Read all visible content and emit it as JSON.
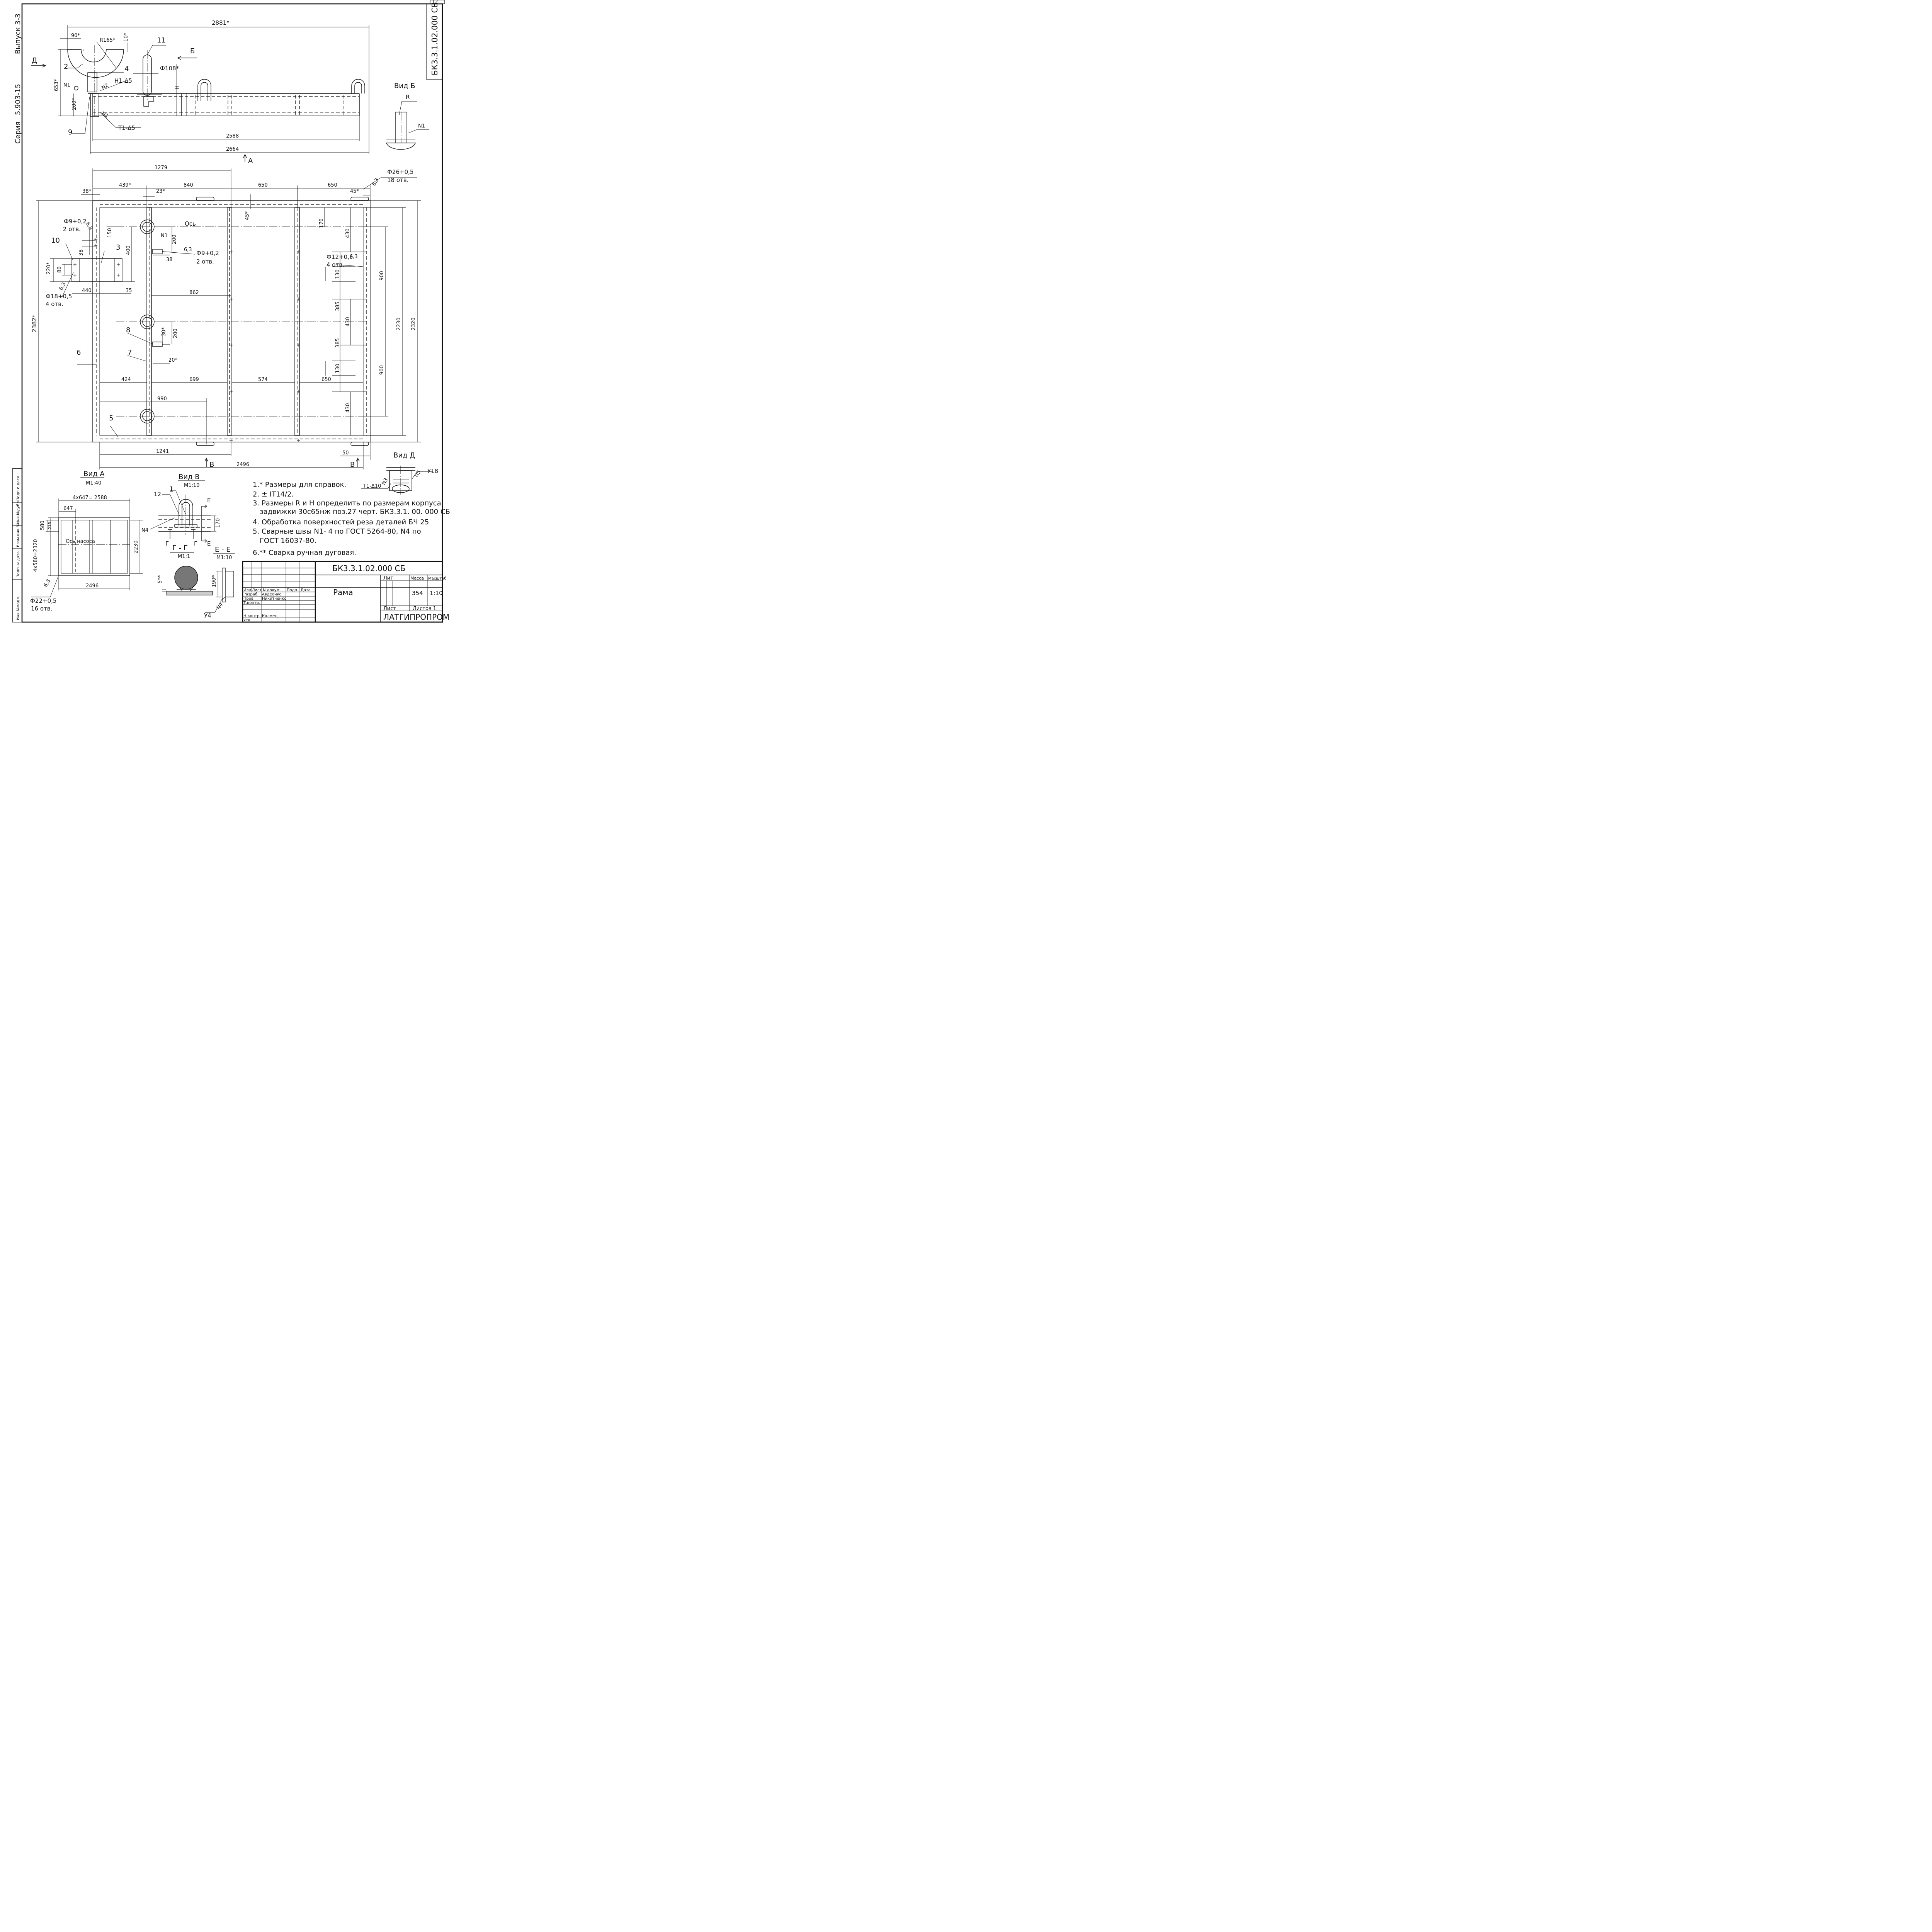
{
  "sheet_no": "12",
  "doc_code_vertical": "БК3.3.1.02.000 СБ",
  "series": "Серия",
  "series_no": "5.903-15",
  "issue": "Выпуск 3-3",
  "sidebar_fields": [
    "Инв.№подл.",
    "Подп. и дата",
    "Взам.инв.№",
    "Инв.№дубл.",
    "Подп.и дата"
  ],
  "top": {
    "dims": {
      "overall": "2881*",
      "d90": "90*",
      "r165": "R165*",
      "d10": "10*",
      "d653": "653*",
      "d200": "200*",
      "phi108": "Ф108*",
      "h": "H",
      "d2588": "2588",
      "d2664": "2664"
    },
    "pos": {
      "p2": "2",
      "p4": "4",
      "p9": "9",
      "p11": "11"
    },
    "welds": {
      "w1": "N1",
      "w2": "N2",
      "w1b": "N1",
      "h1": "H1-Δ5",
      "t1": "T1-Δ5"
    },
    "arrows": {
      "d": "Д",
      "b": "Б",
      "a": "A"
    }
  },
  "vid_b": {
    "title": "Вид Б",
    "r": "R",
    "weld": "N1"
  },
  "plan": {
    "dims": {
      "d1279": "1279",
      "d439": "439*",
      "d840": "840",
      "d650a": "650",
      "d650b": "650",
      "d38": "38*",
      "d23": "23*",
      "d45a": "45*",
      "d45b": "45*",
      "phi26": "Ф26+0,5",
      "holes18": "18 отв.",
      "r63a": "6,3",
      "phi9a": "Ф9+0,2",
      "holes2a": "2 отв.",
      "r63b": "6,3",
      "d150": "150",
      "d400": "400",
      "d38v": "38",
      "d220": "220*",
      "d80": "80",
      "d440": "440",
      "d35": "35",
      "phi18": "Ф18+0,5",
      "holes4a": "4 отв.",
      "r63c": "6,3",
      "axis": "Ось",
      "n1": "N1",
      "d200a": "200",
      "d38b": "38",
      "phi9b": "Ф9+0,2",
      "holes2b": "2 отв.",
      "r63d": "6,3",
      "d170": "170",
      "d430a": "430",
      "phi12": "Ф12+0,5",
      "holes4b": "4 отв.",
      "r63e": "6,3",
      "d130a": "130",
      "d385a": "385",
      "d430b": "430",
      "d385b": "385",
      "d130b": "130",
      "d430c": "430",
      "d900a": "900",
      "d900b": "900",
      "d2230": "2230",
      "d2320": "2320",
      "d2382": "2382*",
      "d862": "862",
      "d30": "30*",
      "d200b": "200",
      "d20": "20*",
      "d424": "424",
      "d699": "699",
      "d574": "574",
      "d650c": "650",
      "d990": "990",
      "d1241": "1241",
      "d2496": "2496",
      "d50": "50"
    },
    "pos": {
      "p10": "10",
      "p3": "3",
      "p8": "8",
      "p7": "7",
      "p6": "6",
      "p5": "5"
    },
    "arrows": {
      "v1": "В",
      "v2": "В"
    }
  },
  "vid_d": {
    "title": "Вид Д",
    "t1": "T1-Δ10",
    "n3": "N3",
    "n5": "N5",
    "y18": "У18"
  },
  "vid_a": {
    "title": "Вид А",
    "scale": "М1:40",
    "d4x647": "4х647= 2588",
    "d647": "647",
    "d580": "580",
    "d215": "215",
    "d4x580": "4х580=2320",
    "axis": "Ось насоса",
    "d2230": "2230",
    "d2496": "2496",
    "phi22": "Ф22+0,5",
    "holes16": "16 отв.",
    "r63": "6,3"
  },
  "vid_v": {
    "title": "Вид В",
    "scale": "М1:10",
    "p12": "12",
    "p1": "1",
    "e1": "Е",
    "e2": "Е",
    "g1": "Г",
    "g2": "Г",
    "n4": "N4",
    "d170": "170"
  },
  "sec_gg": {
    "title": "Г - Г",
    "scale": "М1:1",
    "d5": "5**"
  },
  "sec_ee": {
    "title": "Е - Е",
    "scale": "М1:10",
    "d190": "190*",
    "n4": "N4",
    "y4": "У4"
  },
  "notes": [
    "1.* Размеры для справок.",
    "2. ± IT14/2.",
    "3. Размеры R и H определить по размерам корпуса",
    "задвижки 30с65нж поз.27 черт. БК3.3.1. 00. 000 СБ",
    "4. Обработка поверхностей реза деталей БЧ 25",
    "5. Сварные швы N1- 4 по ГОСТ 5264-80, N4 по",
    "ГОСТ 16037-80.",
    "6.** Сварка ручная дуговая."
  ],
  "title_block": {
    "code": "БК3.3.1.02.000 СБ",
    "name": "Рама",
    "lit": "Лит",
    "mass_h": "Масса",
    "scale_h": "Масштаб",
    "mass": "354",
    "scale": "1:10",
    "sheet": "Лист",
    "sheets": "Листов 1",
    "org": "ЛАТГИПРОПРОМ",
    "cols": [
      "Изм",
      "Лист",
      "N докум",
      "Подп.",
      "Дата"
    ],
    "roles": [
      "Разраб",
      "Пров",
      "Т.контр.",
      "Н.контр.",
      "Утв."
    ],
    "people": [
      "Авдеенко",
      "Никитченко",
      "Колмец"
    ]
  }
}
